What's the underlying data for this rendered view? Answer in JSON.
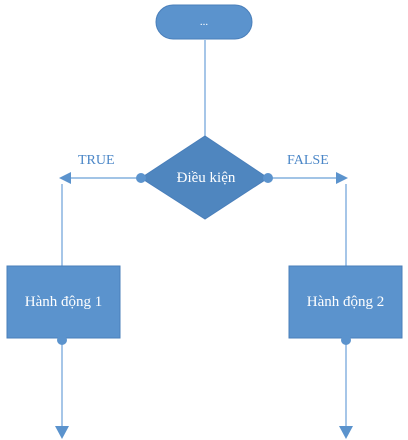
{
  "diagram": {
    "start_node": {
      "label": "..."
    },
    "condition": {
      "label": "Điều kiện"
    },
    "branch_true": {
      "label": "TRUE"
    },
    "branch_false": {
      "label": "FALSE"
    },
    "action_1": {
      "label": "Hành động 1"
    },
    "action_2": {
      "label": "Hành động 2"
    }
  },
  "colors": {
    "shape_fill": "#5b93cd",
    "shape_stroke": "#4a7fba",
    "connector": "#6aa0d8",
    "label_text": "#4a86c7",
    "shape_text": "#ffffff"
  }
}
